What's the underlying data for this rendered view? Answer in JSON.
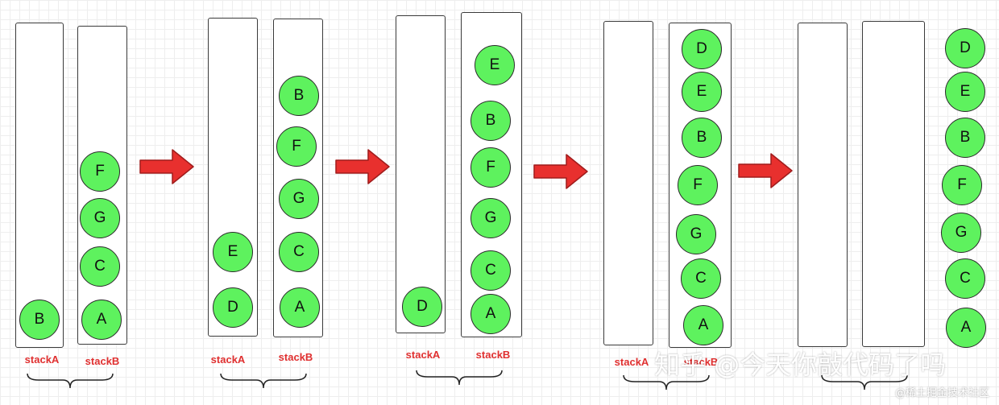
{
  "colors": {
    "ball_fill": "#5ef25e",
    "label": "#e03030",
    "arrow": "#e8302e"
  },
  "icons": [
    "right-arrow-icon",
    "curly-brace-icon"
  ],
  "stage1": {
    "stackA": [
      "B"
    ],
    "stackB": [
      "F",
      "G",
      "C",
      "A"
    ],
    "labelA": "stackA",
    "labelB": "stackB"
  },
  "stage2": {
    "stackA": [
      "E",
      "D"
    ],
    "stackB": [
      "B",
      "F",
      "G",
      "C",
      "A"
    ],
    "labelA": "stackA",
    "labelB": "stackB"
  },
  "stage3": {
    "stackA": [
      "D"
    ],
    "stackB": [
      "E",
      "B",
      "F",
      "G",
      "C",
      "A"
    ],
    "labelA": "stackA",
    "labelB": "stackB"
  },
  "stage4": {
    "stackB": [
      "D",
      "E",
      "B",
      "F",
      "G",
      "C",
      "A"
    ],
    "labelA": "stackA",
    "labelB": "stackB"
  },
  "stage5": {
    "output": [
      "D",
      "E",
      "B",
      "F",
      "G",
      "C",
      "A"
    ]
  },
  "watermark": "知乎 @今天你敲代码了吗",
  "site_mark": "@稀土掘金技术社区"
}
